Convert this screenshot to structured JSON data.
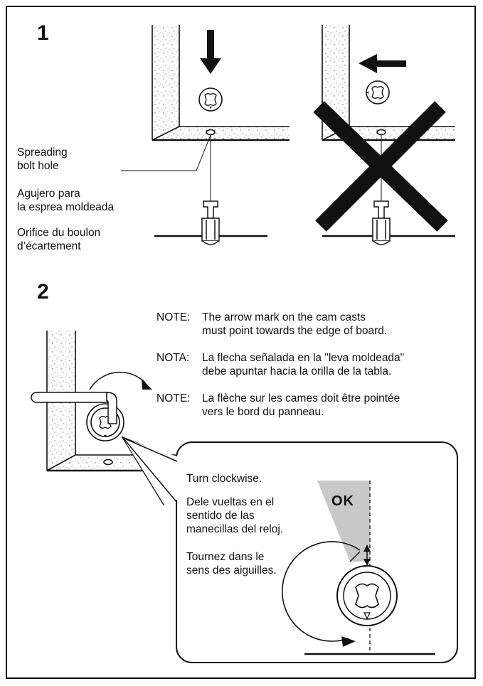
{
  "step1": {
    "number": "1",
    "labels": {
      "en": [
        "Spreading",
        "bolt hole"
      ],
      "es": [
        "Agujero para",
        "la esprea moldeada"
      ],
      "fr": [
        "Orifice du boulon",
        "d’écartement"
      ]
    }
  },
  "step2": {
    "number": "2",
    "notes": [
      {
        "label": "NOTE:",
        "line1": "The arrow mark on the cam casts",
        "line2": "must point towards the edge of board."
      },
      {
        "label": "NOTA:",
        "line1": "La flecha señalada en la \"leva moldeada\"",
        "line2": "debe apuntar hacia la orilla de la tabla."
      },
      {
        "label": "NOTE:",
        "line1": "La flèche sur les cames doit être pointée",
        "line2": "vers le bord du panneau."
      }
    ],
    "callout": {
      "en": [
        "Turn clockwise."
      ],
      "es": [
        "Dele vueltas en el",
        "sentido de las",
        "manecillas del reloj."
      ],
      "fr": [
        "Tournez dans le",
        "sens des aiguilles."
      ],
      "ok": "OK"
    }
  },
  "colors": {
    "line": "#111111",
    "shade": "#c8c8c8",
    "cross": "#111111"
  }
}
